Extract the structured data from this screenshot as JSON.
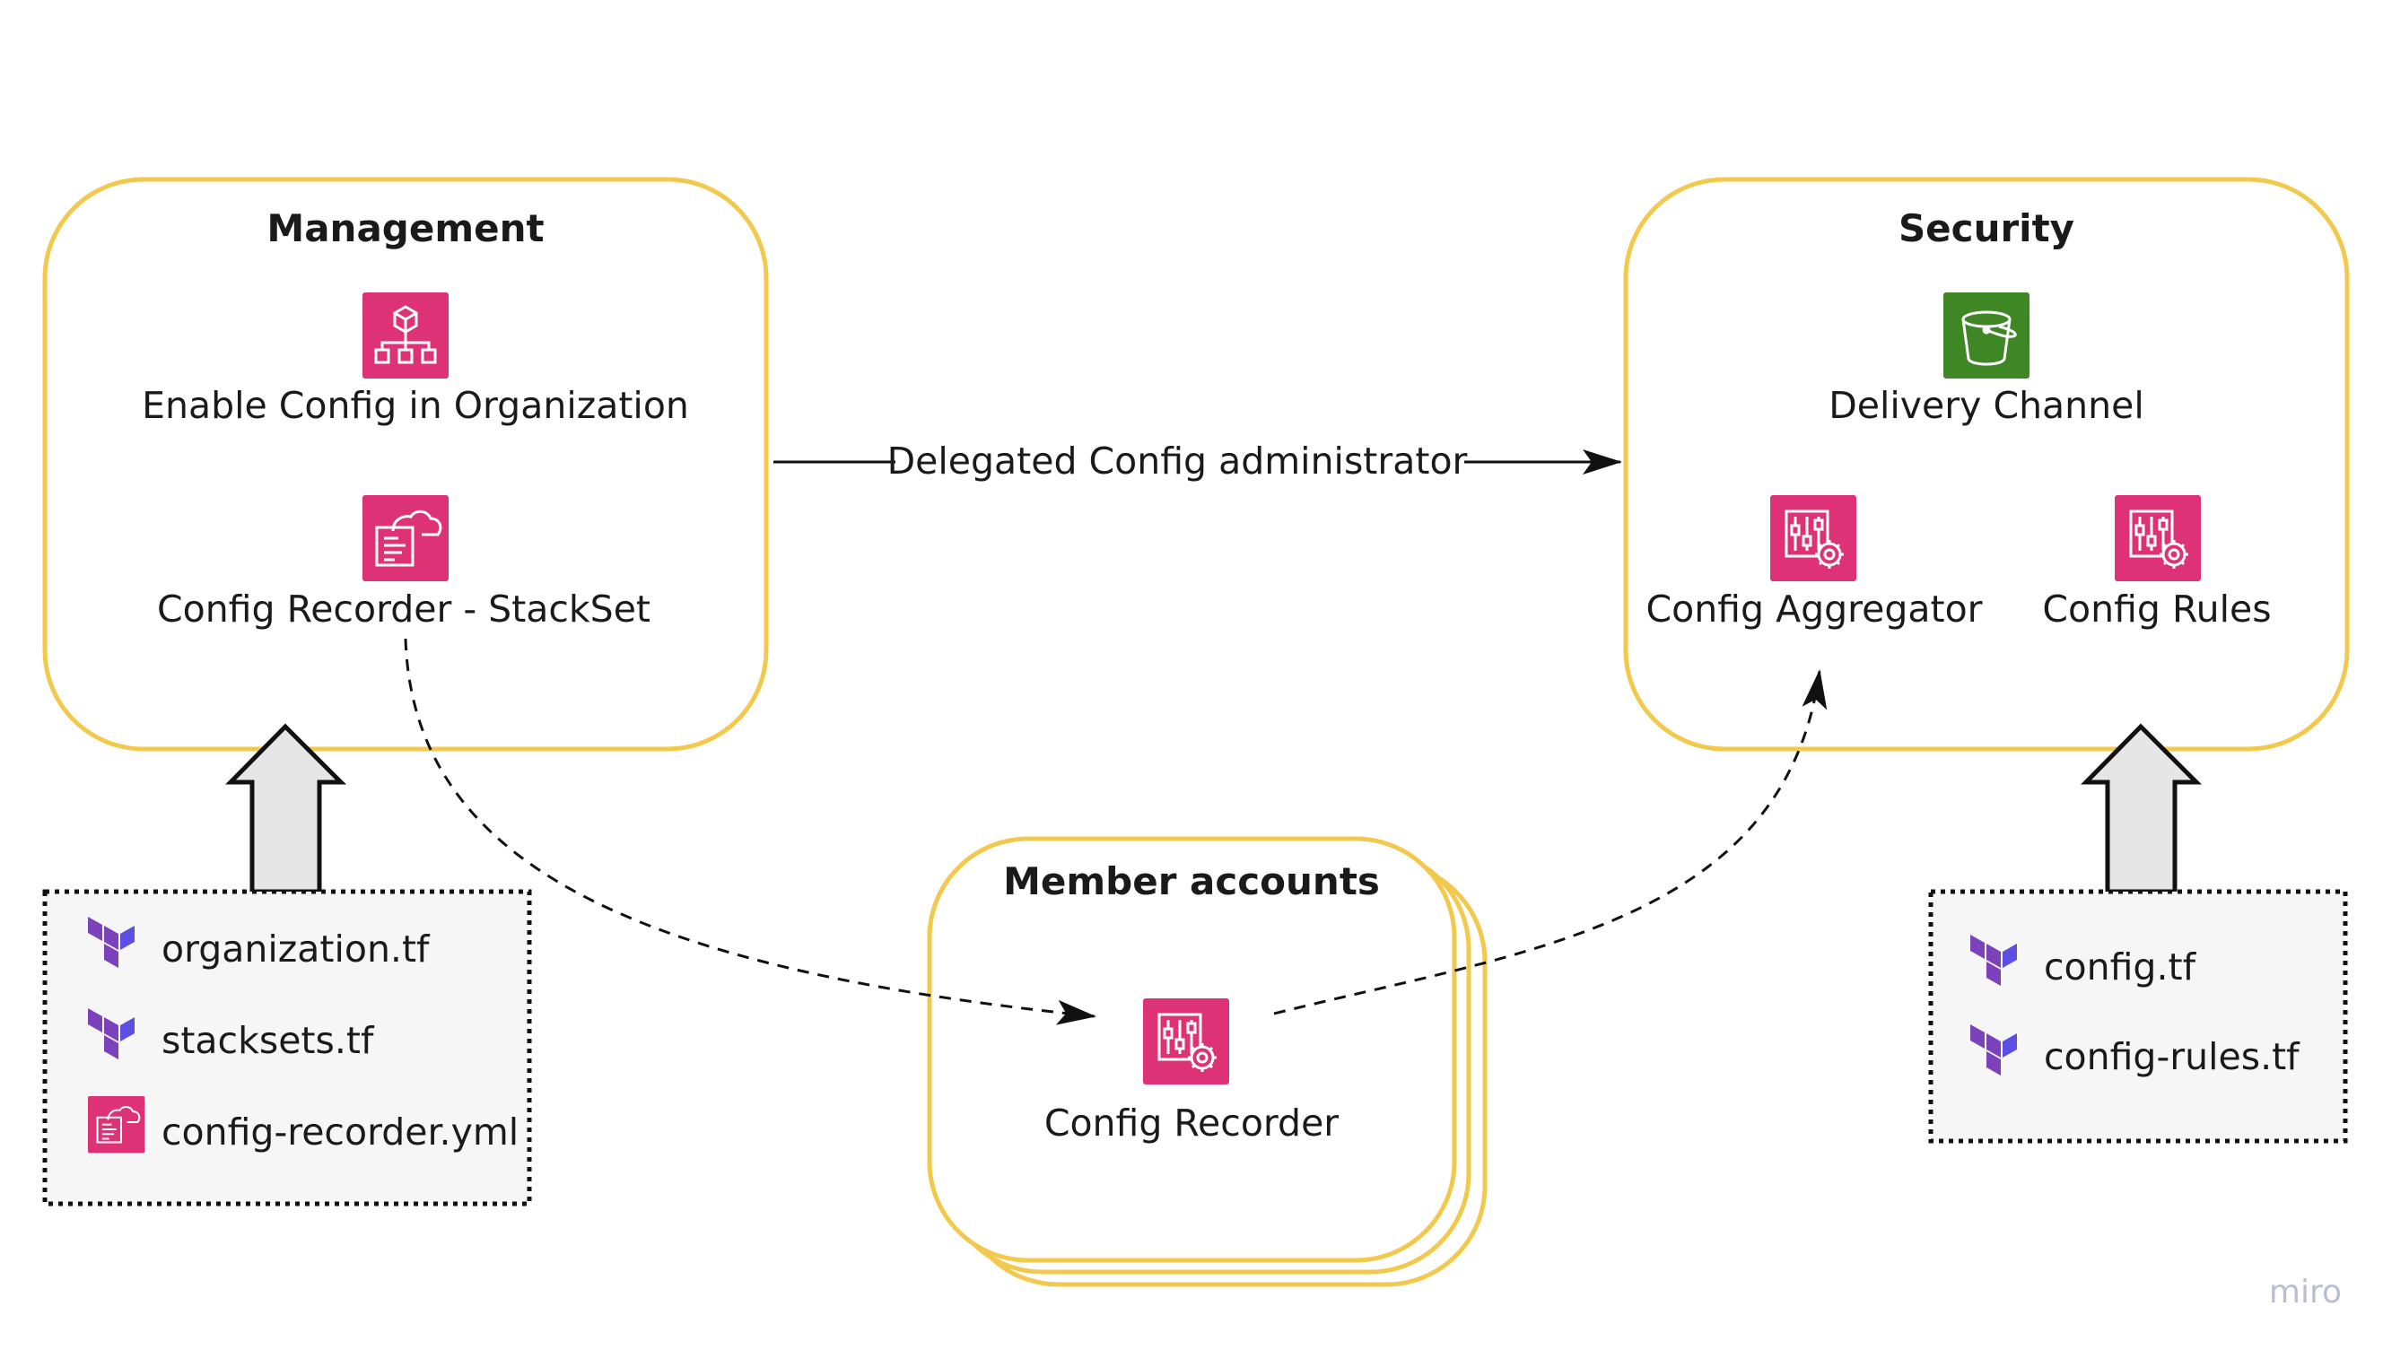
{
  "colors": {
    "account_border": "#f2c94c",
    "aws_pink": "#dd3275",
    "aws_green": "#3f8624",
    "terraform_purple": "#7b42bc",
    "arrow_fill": "#e6e6e6",
    "dotted_box_fill": "#f6f6f6"
  },
  "management": {
    "title": "Management",
    "enable_config": {
      "label": "Enable Config in Organization",
      "icon": "organizations-icon"
    },
    "config_recorder": {
      "label": "Config Recorder - StackSet",
      "icon": "cloudformation-stackset-icon"
    }
  },
  "security": {
    "title": "Security",
    "delivery_channel": {
      "label": "Delivery Channel",
      "icon": "s3-bucket-icon"
    },
    "config_aggregator": {
      "label": "Config Aggregator",
      "icon": "aws-config-icon"
    },
    "config_rules": {
      "label": "Config Rules",
      "icon": "aws-config-icon"
    }
  },
  "member_accounts": {
    "title": "Member accounts",
    "config_recorder": {
      "label": "Config Recorder",
      "icon": "aws-config-icon"
    }
  },
  "edges": {
    "delegated": "Delegated Config administrator"
  },
  "management_files": [
    {
      "name": "organization.tf",
      "icon": "terraform-icon"
    },
    {
      "name": "stacksets.tf",
      "icon": "terraform-icon"
    },
    {
      "name": "config-recorder.yml",
      "icon": "cloudformation-icon"
    }
  ],
  "security_files": [
    {
      "name": "config.tf",
      "icon": "terraform-icon"
    },
    {
      "name": "config-rules.tf",
      "icon": "terraform-icon"
    }
  ],
  "watermark": "miro"
}
